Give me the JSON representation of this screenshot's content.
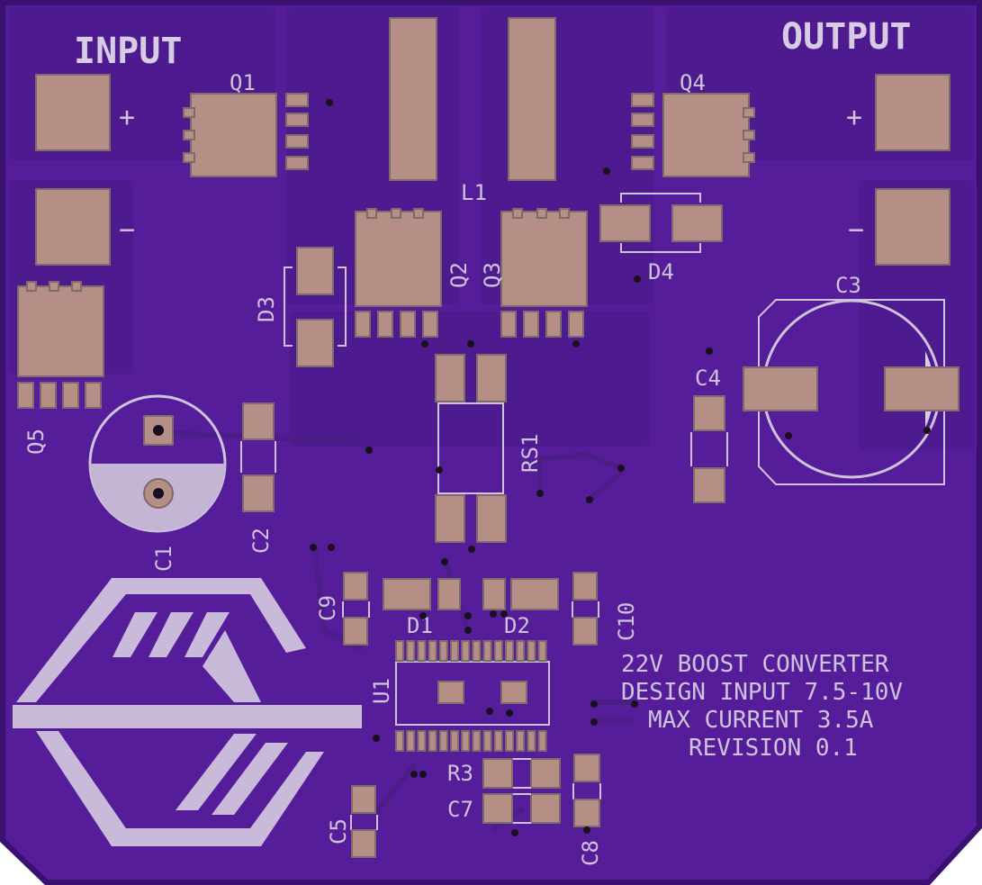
{
  "board": {
    "colors": {
      "substrate": "#551d9a",
      "copper": "#4d1a8f",
      "edge": "#3a1170",
      "silkscreen": "#d8cce4",
      "pad": "#b58f85"
    },
    "labels": {
      "input": "INPUT",
      "output": "OUTPUT",
      "plus_in": "+",
      "minus_in": "−",
      "plus_out": "+",
      "minus_out": "−"
    },
    "refs": {
      "Q1": "Q1",
      "Q2": "Q2",
      "Q3": "Q3",
      "Q4": "Q4",
      "Q5": "Q5",
      "L1": "L1",
      "D1": "D1",
      "D2": "D2",
      "D3": "D3",
      "D4": "D4",
      "C1": "C1",
      "C2": "C2",
      "C3": "C3",
      "C4": "C4",
      "C5": "C5",
      "C7": "C7",
      "C8": "C8",
      "C9": "C9",
      "C10": "C10",
      "RS1": "RS1",
      "R3": "R3",
      "U1": "U1"
    },
    "notes": [
      "22V BOOST CONVERTER",
      "DESIGN INPUT 7.5-10V",
      "MAX CURRENT 3.5A",
      "REVISION 0.1"
    ],
    "logo": "hexagon-logo"
  }
}
